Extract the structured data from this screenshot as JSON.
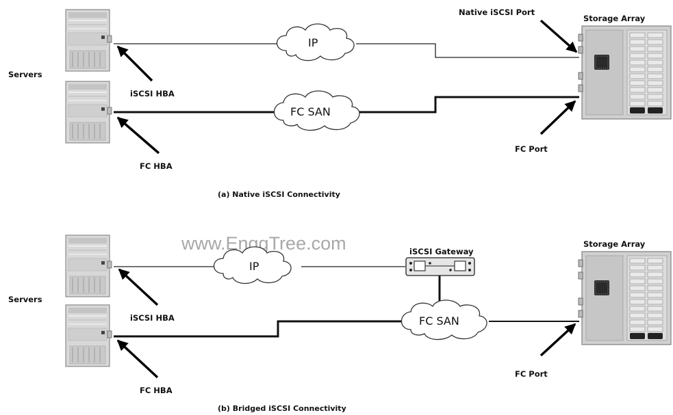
{
  "watermark": "www.EnggTree.com",
  "panel_a": {
    "servers_label": "Servers",
    "iscsi_hba_label": "iSCSI HBA",
    "fc_hba_label": "FC HBA",
    "ip_cloud": "IP",
    "fc_san_cloud": "FC SAN",
    "native_port_label": "Native iSCSI Port",
    "storage_label": "Storage Array",
    "fc_port_label": "FC Port",
    "caption": "(a) Native iSCSI Connectivity"
  },
  "panel_b": {
    "servers_label": "Servers",
    "iscsi_hba_label": "iSCSI HBA",
    "fc_hba_label": "FC HBA",
    "ip_cloud": "IP",
    "gateway_label": "iSCSI Gateway",
    "fc_san_cloud": "FC SAN",
    "storage_label": "Storage Array",
    "fc_port_label": "FC Port",
    "caption": "(b) Bridged iSCSI Connectivity"
  }
}
